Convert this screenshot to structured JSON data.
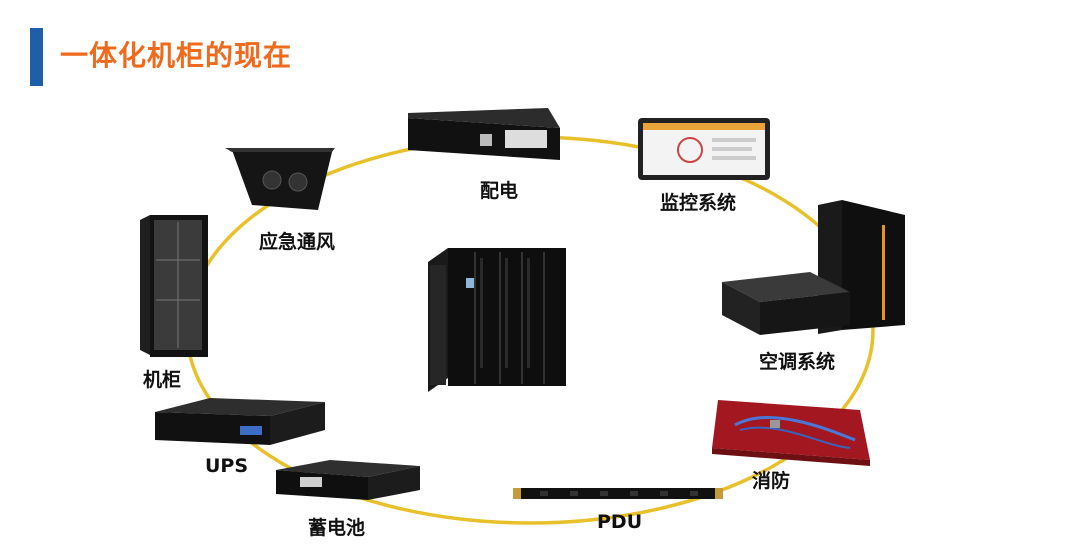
{
  "title": "一体化机柜的现在",
  "labels": {
    "power_distribution": "配电",
    "monitoring": "监控系统",
    "emergency_ventilation": "应急通风",
    "air_conditioning": "空调系统",
    "rack": "机柜",
    "fire_protection": "消防",
    "ups": "UPS",
    "battery": "蓄电池",
    "pdu": "PDU"
  },
  "colors": {
    "ring": "#e8c02a",
    "title": "#ef6a1a",
    "title_bar": "#1f5fa8",
    "fire_panel": "#a31820"
  }
}
